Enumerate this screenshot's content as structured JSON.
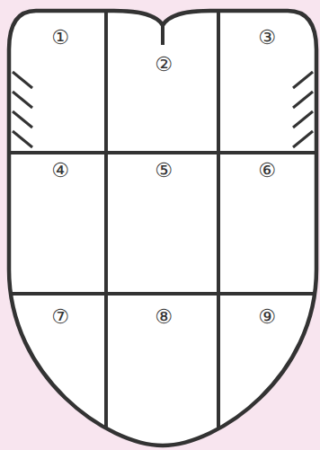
{
  "diagram": {
    "labels": [
      "①",
      "②",
      "③",
      "④",
      "⑤",
      "⑥",
      "⑦",
      "⑧",
      "⑨"
    ]
  }
}
